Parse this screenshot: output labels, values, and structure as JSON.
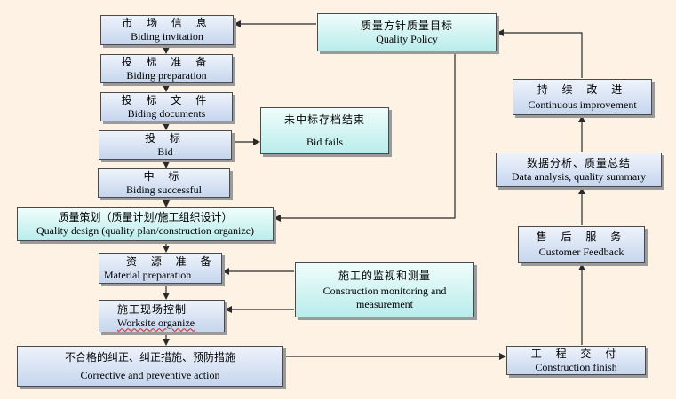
{
  "colors": {
    "blue_box": "#c6d6ee",
    "cyan_box": "#b9ecec",
    "background": "#fdf2e4",
    "lines": "#2a2a2a"
  },
  "nodes": {
    "bidding_invitation": {
      "zh": "市 场 信 息",
      "en": "Biding invitation"
    },
    "biding_preparation": {
      "zh": "投 标 准 备",
      "en": "Biding preparation"
    },
    "biding_documents": {
      "zh": "投 标 文 件",
      "en": "Biding documents"
    },
    "bid": {
      "zh": "投 标",
      "en": "Bid"
    },
    "biding_successful": {
      "zh": "中 标",
      "en": "Biding successful"
    },
    "quality_policy": {
      "zh": "质量方针质量目标",
      "en": "Quality Policy"
    },
    "bid_fails": {
      "zh": "未中标存档结束",
      "en": "Bid fails"
    },
    "quality_design": {
      "zh": "质量策划（质量计划/施工组织设计）",
      "en": "Quality design (quality plan/construction organize)"
    },
    "material_preparation": {
      "zh": "资 源 准 备",
      "en": "Material preparation"
    },
    "worksite_organize": {
      "zh": "施工现场控制",
      "en": "Worksite organize"
    },
    "construction_monitoring": {
      "zh": "施工的监视和测量",
      "en": "Construction monitoring and measurement"
    },
    "corrective_action": {
      "zh": "不合格的纠正、纠正措施、预防措施",
      "en": "Corrective and preventive action"
    },
    "construction_finish": {
      "zh": "工 程 交 付",
      "en": "Construction finish"
    },
    "customer_feedback": {
      "zh": "售 后 服 务",
      "en": "Customer Feedback"
    },
    "data_analysis": {
      "zh": "数据分析、质量总结",
      "en": "Data analysis, quality summary"
    },
    "continuous_improvement": {
      "zh": "持 续 改 进",
      "en": "Continuous improvement"
    }
  }
}
